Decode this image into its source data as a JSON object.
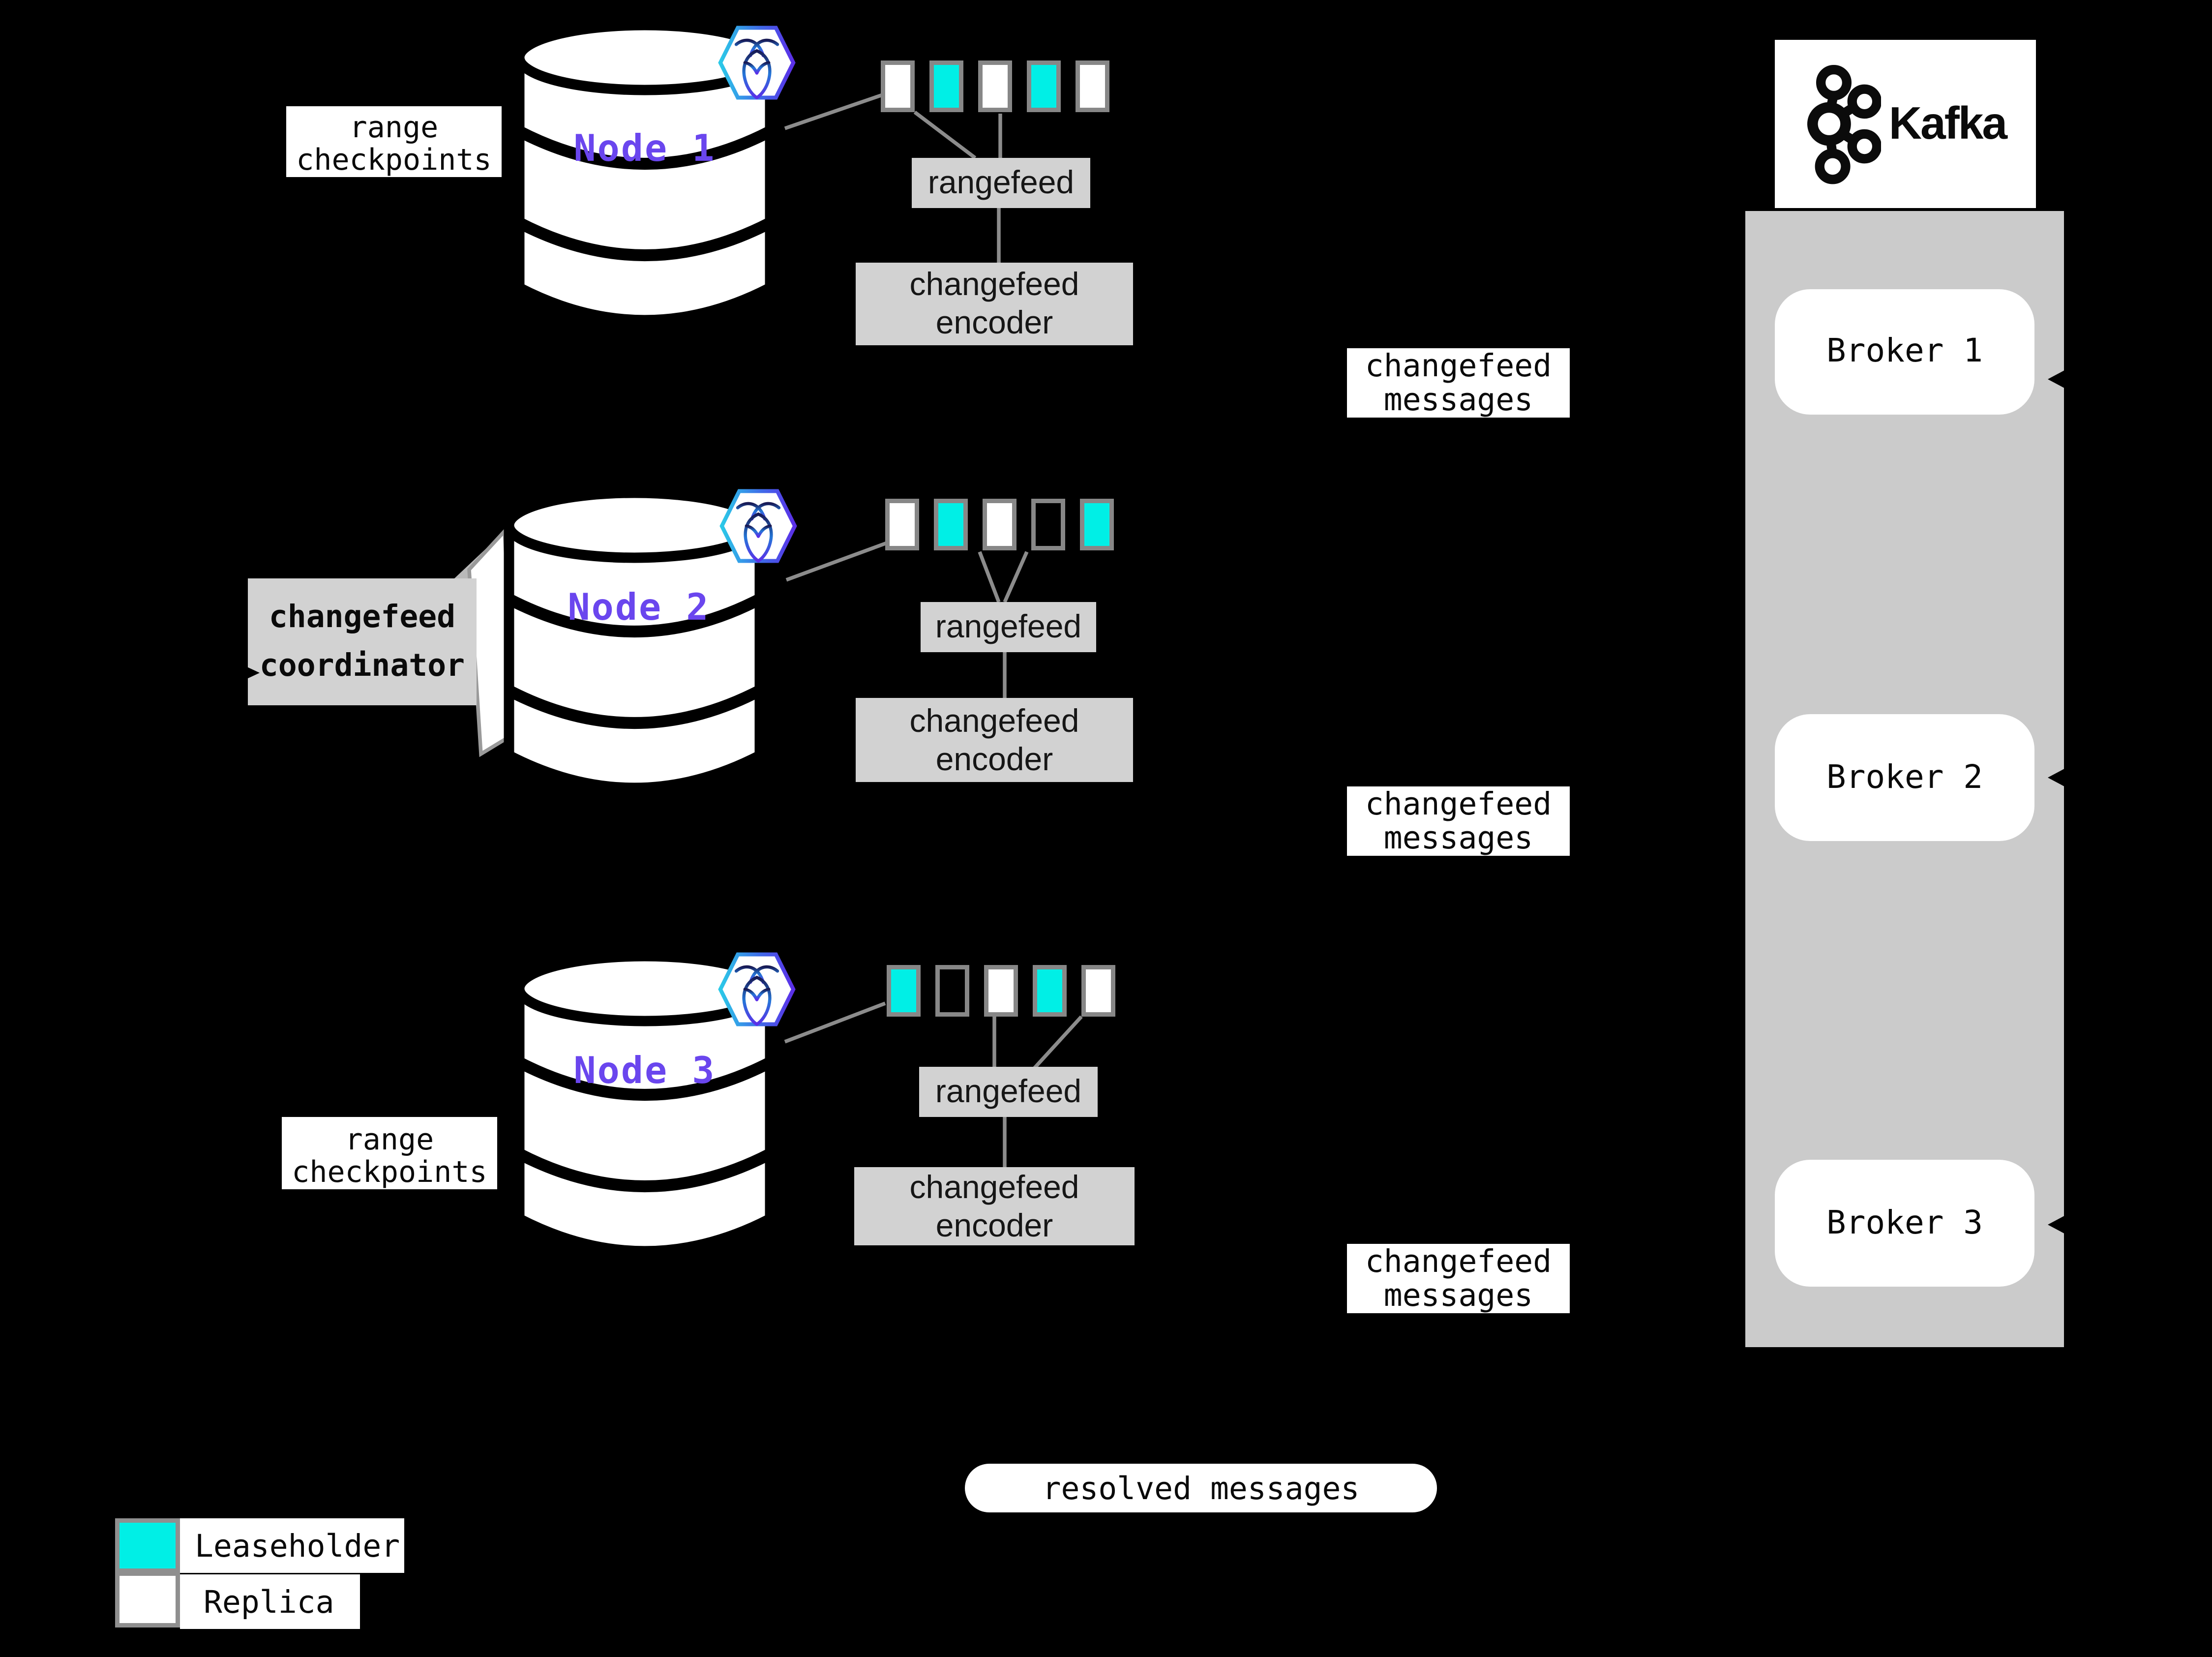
{
  "colors": {
    "background": "#000000",
    "leaseholder": "#00efe6",
    "replica": "#ffffff",
    "panel_gray": "#d2d2d2",
    "kafka_container_gray": "#cbcbcb",
    "node_label_purple": "#6a46ee",
    "border_gray": "#878787"
  },
  "nodes": [
    {
      "name": "Node 1",
      "ranges": [
        "replica",
        "leaseholder",
        "replica",
        "leaseholder",
        "replica"
      ]
    },
    {
      "name": "Node 2",
      "ranges": [
        "replica",
        "leaseholder",
        "replica",
        "outline",
        "leaseholder"
      ]
    },
    {
      "name": "Node 3",
      "ranges": [
        "leaseholder",
        "outline",
        "replica",
        "leaseholder",
        "replica"
      ]
    }
  ],
  "labels": {
    "range_checkpoints": [
      "range",
      "checkpoints"
    ],
    "rangefeed": "rangefeed",
    "changefeed_encoder": [
      "changefeed",
      "encoder"
    ],
    "changefeed_messages": [
      "changefeed",
      "messages"
    ],
    "changefeed_coordinator": [
      "changefeed",
      "coordinator"
    ],
    "resolved_messages": "resolved messages"
  },
  "kafka": {
    "wordmark": "Kafka",
    "brokers": [
      "Broker 1",
      "Broker 2",
      "Broker 3"
    ]
  },
  "legend": [
    {
      "label": "Leaseholder"
    },
    {
      "label": "Replica"
    }
  ]
}
